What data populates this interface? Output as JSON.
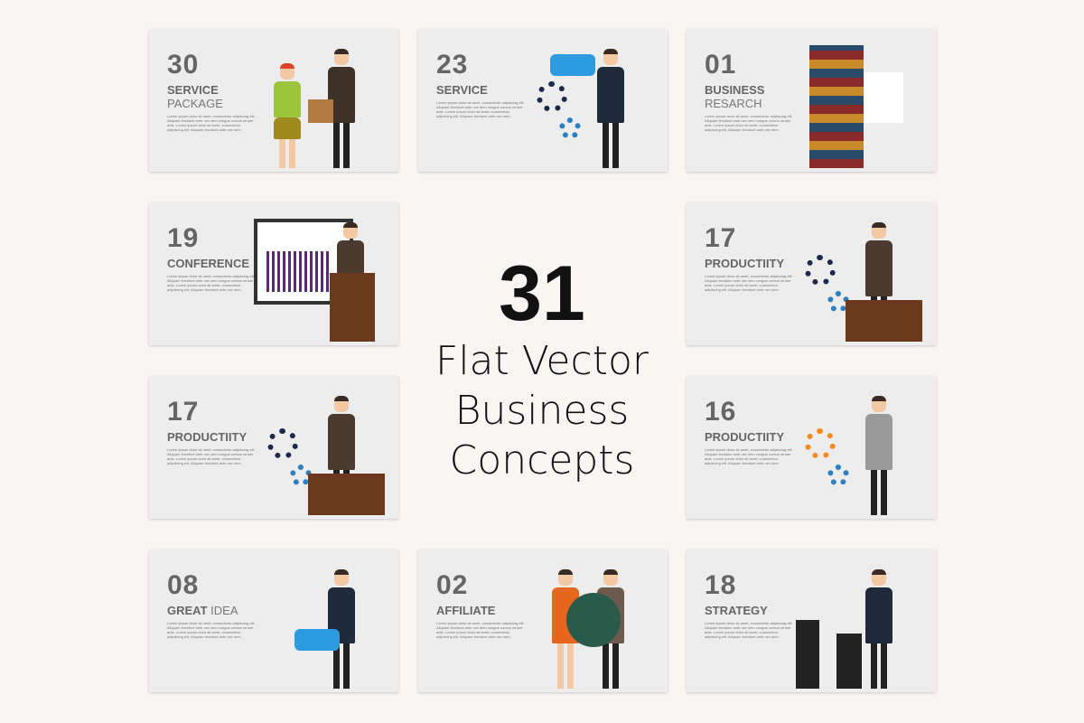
{
  "headline": {
    "number": "31",
    "line1": "Flat Vector",
    "line2": "Business",
    "line3": "Concepts"
  },
  "lorem": "Lorem Ipsum dolor sit amet, consectetur adipiscing elit. Aliquam tincidunt ante nec sem congue cursus ornare ante. Lorem ipsum dolor sit amet, consectetur adipiscing elit. Aliquam tincidunt ante nec sem.",
  "cards": [
    {
      "number": "30",
      "title_bold": "SERVICE",
      "title_light": "PACKAGE"
    },
    {
      "number": "23",
      "title_bold": "SERVICE",
      "title_light": ""
    },
    {
      "number": "01",
      "title_bold": "BUSINESS",
      "title_light": "RESARCH"
    },
    {
      "number": "19",
      "title_bold": "CONFERENCE",
      "title_light": ""
    },
    {
      "number": "17",
      "title_bold": "PRODUCTIITY",
      "title_light": ""
    },
    {
      "number": "17",
      "title_bold": "PRODUCTIITY",
      "title_light": ""
    },
    {
      "number": "16",
      "title_bold": "PRODUCTIITY",
      "title_light": ""
    },
    {
      "number": "08",
      "title_bold": "GREAT",
      "title_light": "IDEA"
    },
    {
      "number": "02",
      "title_bold": "AFFILIATE",
      "title_light": ""
    },
    {
      "number": "18",
      "title_bold": "STRATEGY",
      "title_light": ""
    }
  ]
}
